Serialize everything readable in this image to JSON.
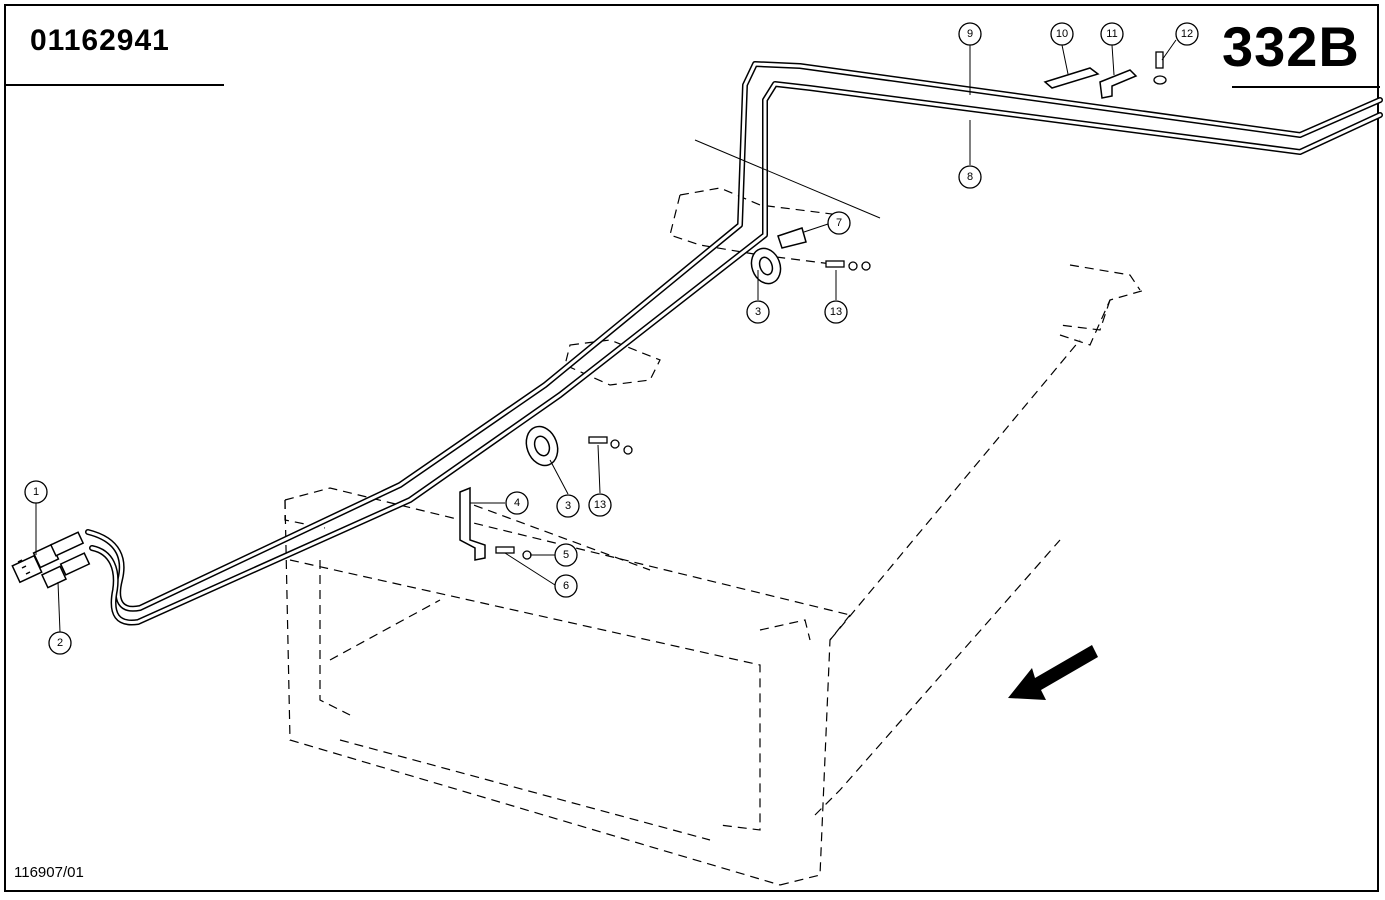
{
  "header": {
    "part_number": "01162941",
    "page_code": "332B"
  },
  "footer": {
    "reference": "116907/01"
  },
  "callouts": {
    "c1": "1",
    "c2": "2",
    "c3a": "3",
    "c3b": "3",
    "c4": "4",
    "c5": "5",
    "c6": "6",
    "c7": "7",
    "c8": "8",
    "c9": "9",
    "c10": "10",
    "c11": "11",
    "c12": "12",
    "c13a": "13",
    "c13b": "13"
  },
  "colors": {
    "ink": "#000000",
    "paper": "#ffffff"
  }
}
